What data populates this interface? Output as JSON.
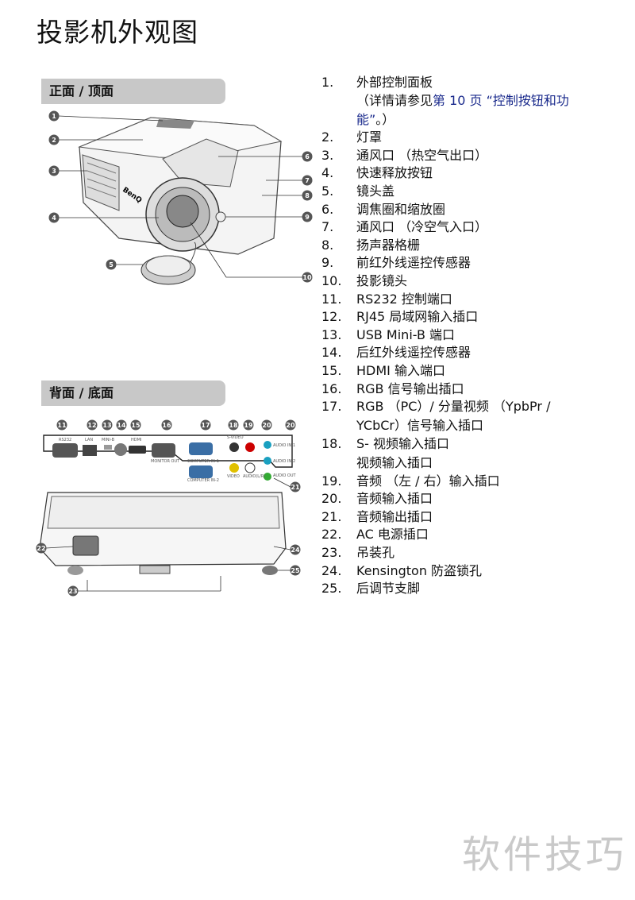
{
  "page_title": "投影机外观图",
  "sections": {
    "front": "正面 / 顶面",
    "back": "背面 / 底面"
  },
  "brand_on_device": "BenQ",
  "back_panel_labels": [
    "RS232",
    "LAN",
    "MINI-B",
    "HDMI",
    "MONITOR OUT",
    "COMPUTER IN-1",
    "COMPUTER IN-2",
    "S-VIDEO",
    "VIDEO",
    "AUDIO(L/R)",
    "AUDIO IN-1",
    "AUDIO IN-2",
    "AUDIO OUT"
  ],
  "front_callouts": [
    "1",
    "2",
    "3",
    "4",
    "5",
    "6",
    "7",
    "8",
    "9",
    "10"
  ],
  "back_callouts": [
    "11",
    "12",
    "13",
    "14",
    "15",
    "16",
    "17",
    "18",
    "19",
    "20",
    "20",
    "21",
    "22",
    "23",
    "24",
    "25"
  ],
  "items": [
    {
      "num": "1.",
      "text": "外部控制面板"
    },
    {
      "num": "",
      "text": "（详情请参见",
      "link": "第 10 页 “控制按钮和功"
    },
    {
      "num": "",
      "text": "",
      "link": "能”",
      "after": "。）"
    },
    {
      "num": "2.",
      "text": "灯罩"
    },
    {
      "num": "3.",
      "text": "通风口 （热空气出口）"
    },
    {
      "num": "4.",
      "text": "快速释放按钮"
    },
    {
      "num": "5.",
      "text": "镜头盖"
    },
    {
      "num": "6.",
      "text": "调焦圈和缩放圈"
    },
    {
      "num": "7.",
      "text": "通风口 （冷空气入口）"
    },
    {
      "num": "8.",
      "text": "扬声器格栅"
    },
    {
      "num": "9.",
      "text": "前红外线遥控传感器"
    },
    {
      "num": "10.",
      "text": "投影镜头"
    },
    {
      "num": "11.",
      "text": "RS232 控制端口"
    },
    {
      "num": "12.",
      "text": "RJ45 局域网输入插口"
    },
    {
      "num": "13.",
      "text": "USB Mini-B 端口"
    },
    {
      "num": "14.",
      "text": "后红外线遥控传感器"
    },
    {
      "num": "15.",
      "text": "HDMI 输入端口"
    },
    {
      "num": "16.",
      "text": "RGB 信号输出插口"
    },
    {
      "num": "17.",
      "text": "RGB （PC）/ 分量视频 （YpbPr /"
    },
    {
      "num": "",
      "text": "YCbCr）信号输入插口"
    },
    {
      "num": "18.",
      "text": "S- 视频输入插口"
    },
    {
      "num": "",
      "text": "视频输入插口"
    },
    {
      "num": "19.",
      "text": "音频 （左 / 右）输入插口"
    },
    {
      "num": "20.",
      "text": "音频输入插口"
    },
    {
      "num": "21.",
      "text": "音频输出插口"
    },
    {
      "num": "22.",
      "text": "AC 电源插口"
    },
    {
      "num": "23.",
      "text": "吊装孔"
    },
    {
      "num": "24.",
      "text": "Kensington 防盗锁孔"
    },
    {
      "num": "25.",
      "text": "后调节支脚"
    }
  ],
  "watermark": "软件技巧"
}
